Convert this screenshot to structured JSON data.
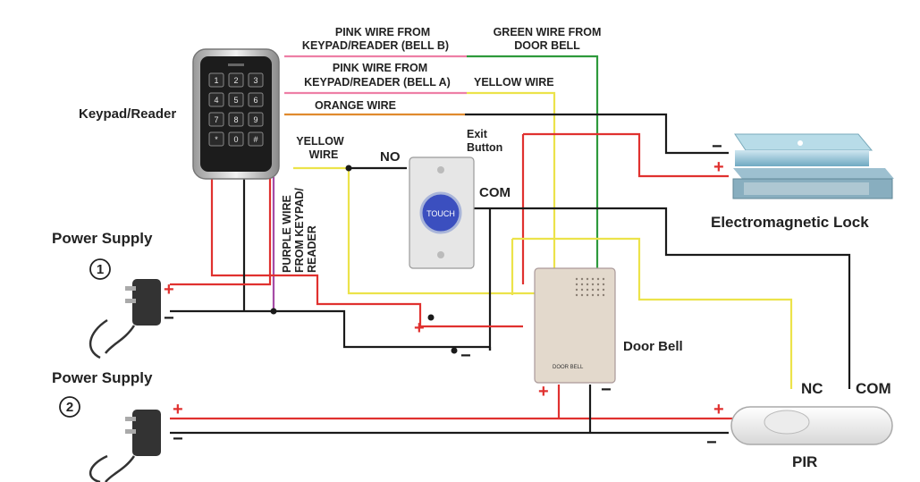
{
  "labels": {
    "pink_wire_bell_b": [
      "PINK WIRE FROM",
      "KEYPAD/READER (BELL B)"
    ],
    "green_wire": [
      "GREEN WIRE FROM",
      "DOOR BELL"
    ],
    "pink_wire_bell_a": [
      "PINK WIRE FROM",
      "KEYPAD/READER (BELL A)"
    ],
    "yellow_wire_top": "YELLOW WIRE",
    "orange_wire": "ORANGE WIRE",
    "yellow_wire_left": [
      "YELLOW",
      "WIRE"
    ],
    "no": "NO",
    "exit_button": [
      "Exit",
      "Button"
    ],
    "com_exit": "COM",
    "purple_wire": [
      "PURPLE WIRE",
      "FROM KEYPAD/",
      "READER"
    ],
    "keypad_reader": "Keypad/Reader",
    "electromagnetic_lock": "Electromagnetic Lock",
    "power_supply_1": "Power Supply",
    "power_supply_1_num": "1",
    "power_supply_2": "Power Supply",
    "power_supply_2_num": "2",
    "door_bell": "Door Bell",
    "door_bell_plate": "DOOR BELL",
    "nc": "NC",
    "com_pir": "COM",
    "pir": "PIR",
    "touch": "TOUCH",
    "plus": "+",
    "minus": "−"
  },
  "keypad_keys": [
    "1",
    "2",
    "3",
    "4",
    "5",
    "6",
    "7",
    "8",
    "9",
    "*",
    "0",
    "#"
  ],
  "colors": {
    "red": "#e0312f",
    "black": "#1a1a1a",
    "yellow": "#ece34a",
    "green": "#2e9a3c",
    "pink": "#ee7fa6",
    "orange": "#e08a2e",
    "purple": "#a64ca6"
  }
}
